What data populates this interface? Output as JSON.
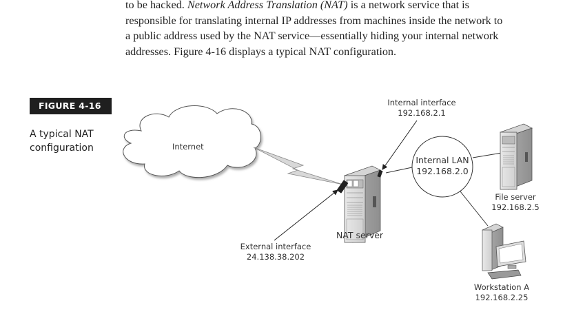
{
  "paragraph": {
    "lines": [
      "to be hacked. ",
      "responsible for translating internal IP addresses from machines inside the network to",
      "a public address used by the NAT service—essentially hiding your internal network",
      "addresses. Figure 4-16 displays a typical NAT configuration."
    ],
    "line1_italic": "Network Address Translation (NAT)",
    "line1_tail": " is a network service that is"
  },
  "figure": {
    "badge": "FIGURE 4-16",
    "caption_line1": "A typical NAT",
    "caption_line2": "configuration"
  },
  "diagram": {
    "internet_label": "Internet",
    "internal_interface": {
      "title": "Internal interface",
      "ip": "192.168.2.1"
    },
    "external_interface": {
      "title": "External interface",
      "ip": "24.138.38.202"
    },
    "nat_server_label": "NAT server",
    "internal_lan": {
      "title": "Internal LAN",
      "ip": "192.168.2.0"
    },
    "file_server": {
      "title": "File server",
      "ip": "192.168.2.5"
    },
    "workstation": {
      "title": "Workstation A",
      "ip": "192.168.2.25"
    }
  }
}
